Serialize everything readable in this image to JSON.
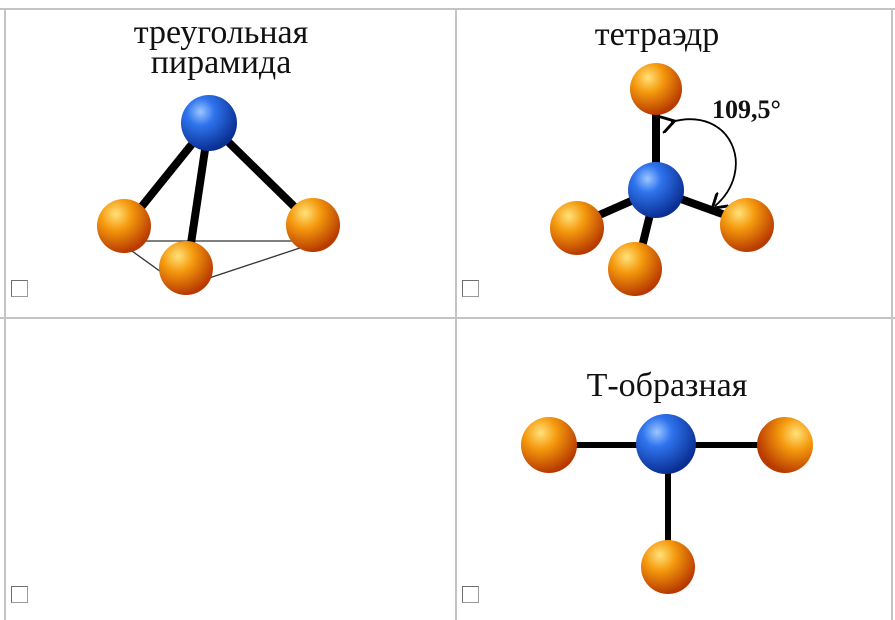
{
  "options": [
    {
      "id": "trigonal-pyramid",
      "title": "треугольная\nпирамида",
      "checked": false
    },
    {
      "id": "tetrahedron",
      "title": "тетраэдр",
      "angle_label": "109,5°",
      "checked": false
    },
    {
      "id": "empty",
      "title": "",
      "checked": false
    },
    {
      "id": "t-shaped",
      "title": "Т-образная",
      "checked": false
    }
  ],
  "colors": {
    "central_atom": "#1f5ed8",
    "ligand_atom": "#f08a00",
    "bond": "#000000",
    "grid": "#c4c4c4"
  }
}
